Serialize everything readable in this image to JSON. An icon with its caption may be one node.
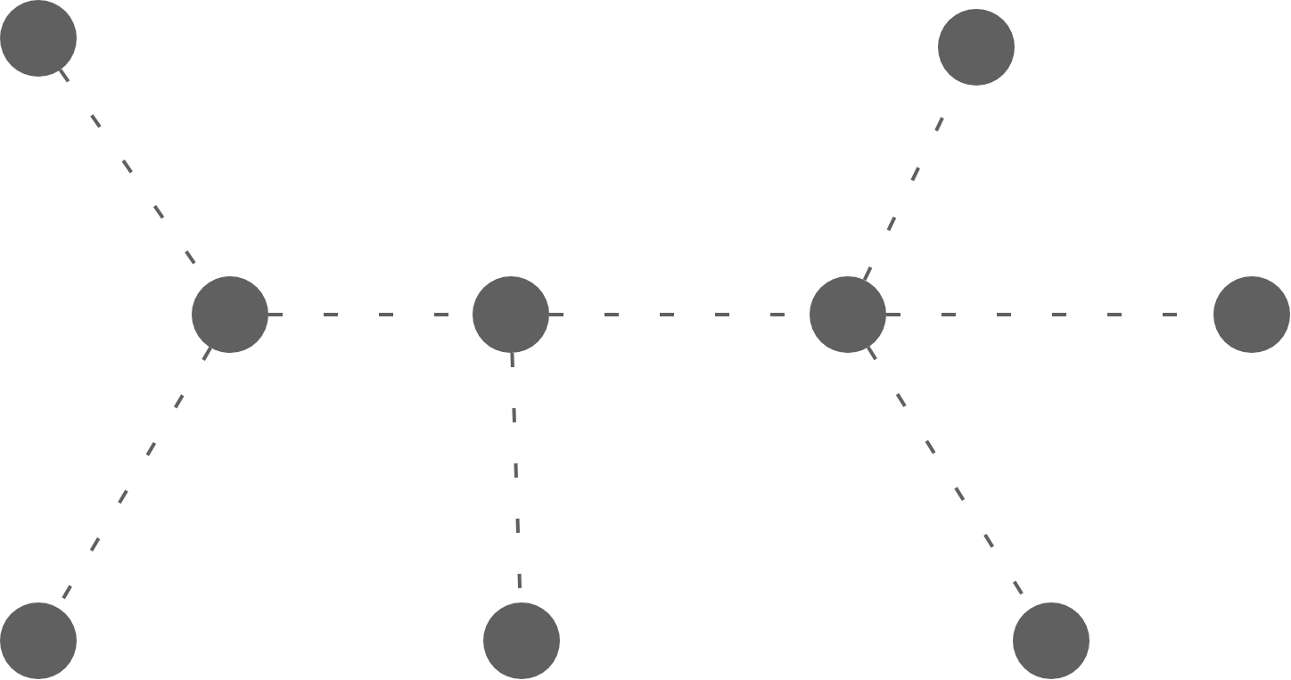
{
  "diagram": {
    "nodes": [
      {
        "text": [],
        "shape": "circle"
      },
      {
        "text": [],
        "shape": "circle"
      },
      {
        "text": [],
        "shape": "circle"
      },
      {
        "text": [],
        "shape": "circle"
      },
      {
        "text": [],
        "shape": "circle"
      },
      {
        "text": [],
        "shape": "circle"
      },
      {
        "text": [],
        "shape": "circle"
      },
      {
        "text": [],
        "shape": "circle"
      },
      {
        "text": [],
        "shape": "circle"
      }
    ],
    "edges": [
      {
        "from": 0,
        "to": 2,
        "arrow": "none",
        "style": "dashed"
      },
      {
        "from": 2,
        "to": 3,
        "arrow": "none",
        "style": "dashed"
      },
      {
        "from": 2,
        "to": 6,
        "arrow": "none",
        "style": "dashed"
      },
      {
        "from": 3,
        "to": 4,
        "arrow": "none",
        "style": "dashed"
      },
      {
        "from": 3,
        "to": 7,
        "arrow": "none",
        "style": "dashed"
      },
      {
        "from": 4,
        "to": 1,
        "arrow": "none",
        "style": "dashed"
      },
      {
        "from": 4,
        "to": 5,
        "arrow": "none",
        "style": "dashed"
      },
      {
        "from": 4,
        "to": 8,
        "arrow": "none",
        "style": "dashed"
      }
    ]
  }
}
